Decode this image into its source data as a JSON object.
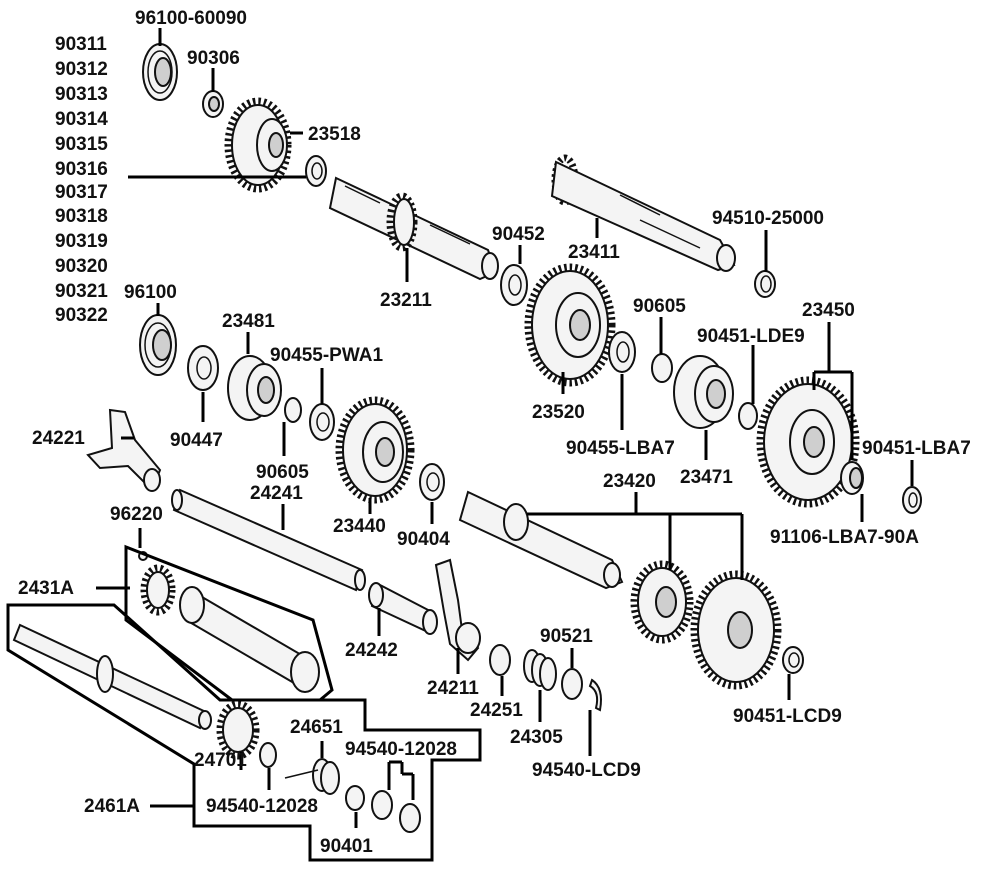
{
  "labels": {
    "p96100_60090": "96100-60090",
    "p90311": "90311",
    "p90312": "90312",
    "p90313": "90313",
    "p90314": "90314",
    "p90315": "90315",
    "p90316": "90316",
    "p90317": "90317",
    "p90318": "90318",
    "p90319": "90319",
    "p90320": "90320",
    "p90321": "90321",
    "p90322": "90322",
    "p90306": "90306",
    "p23518": "23518",
    "p23211": "23211",
    "p90452": "90452",
    "p23411": "23411",
    "p94510_25000": "94510-25000",
    "p96100": "96100",
    "p23481": "23481",
    "p90455_PWA1": "90455-PWA1",
    "p90605_top": "90605",
    "p90451_LDE9": "90451-LDE9",
    "p23450": "23450",
    "p23520": "23520",
    "p90447": "90447",
    "p24221": "24221",
    "p90605": "90605",
    "p24241": "24241",
    "p90455_LBA7": "90455-LBA7",
    "p23471": "23471",
    "p90451_LBA7": "90451-LBA7",
    "p23420": "23420",
    "p96220": "96220",
    "p23440": "23440",
    "p90404": "90404",
    "p91106_LBA7_90A": "91106-LBA7-90A",
    "p2431A": "2431A",
    "p24242": "24242",
    "p90521": "90521",
    "p24211": "24211",
    "p24251": "24251",
    "p24305": "24305",
    "p90451_LCD9": "90451-LCD9",
    "p24651": "24651",
    "p94540_12028_top": "94540-12028",
    "p24701": "24701",
    "p94540_LCD9": "94540-LCD9",
    "p2461A": "2461A",
    "p94540_12028": "94540-12028",
    "p90401": "90401"
  },
  "colors": {
    "ink": "#111111",
    "paper": "#ffffff",
    "shade": "#cfcfcf"
  }
}
